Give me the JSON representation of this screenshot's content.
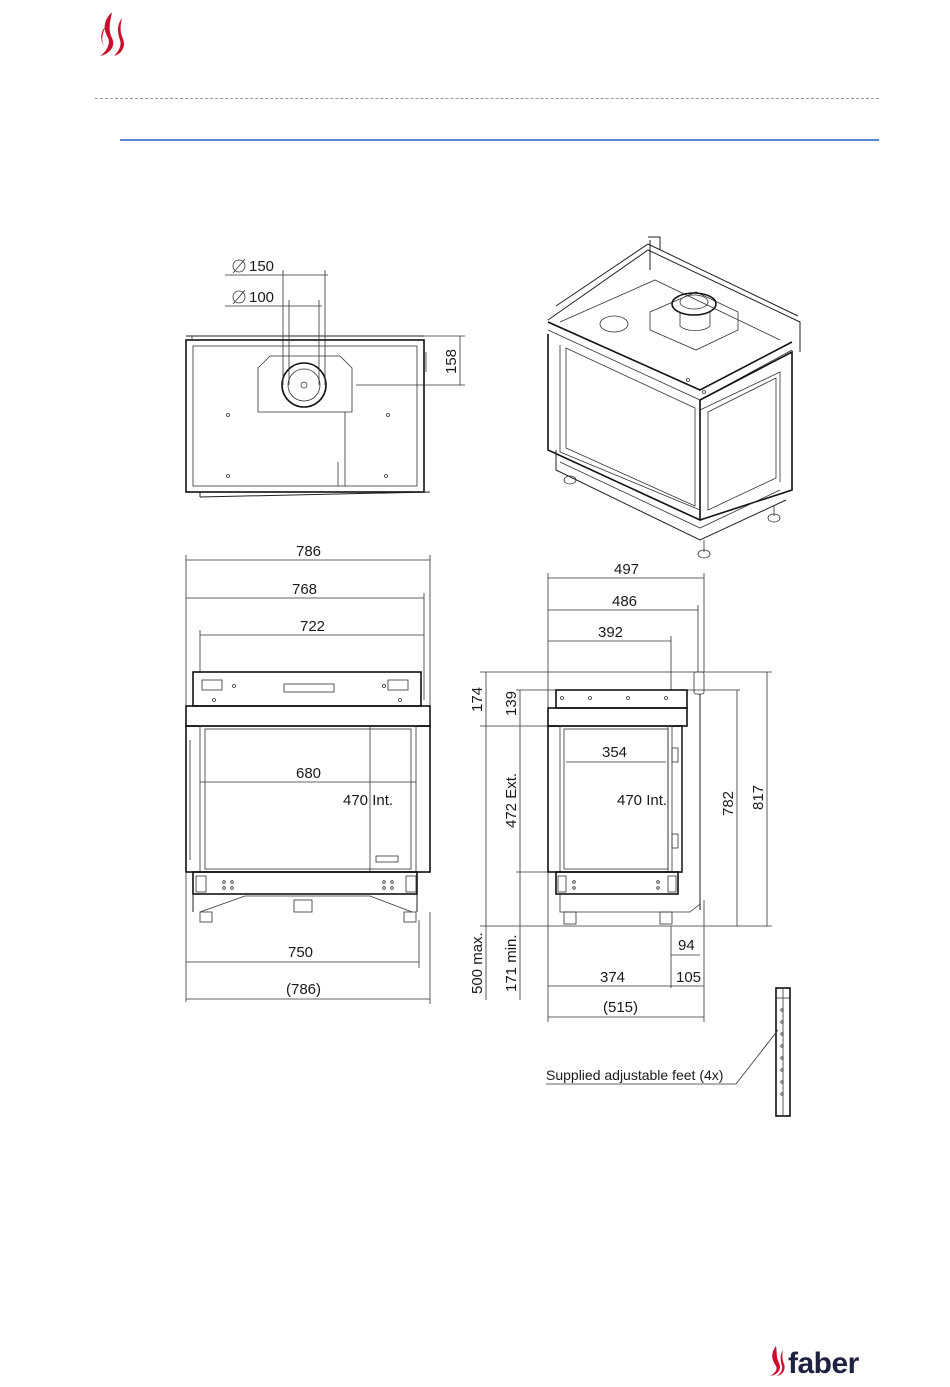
{
  "header": {
    "logo_icon": "flame-icon",
    "accent_color": "#c8102e",
    "rule_color": "#5b86d6"
  },
  "top_view": {
    "dia_outer": "150",
    "dia_inner": "100",
    "height_158": "158"
  },
  "front_view": {
    "w786": "786",
    "w768": "768",
    "w722": "722",
    "w680": "680",
    "h470": "470 Int.",
    "w750": "750",
    "w786b": "(786)"
  },
  "side_view": {
    "w497": "497",
    "w486": "486",
    "w392": "392",
    "w354": "354",
    "h174": "174",
    "h139": "139",
    "h472": "472 Ext.",
    "h470": "470 Int.",
    "h782": "782",
    "h817": "817",
    "h500": "500 max.",
    "h171": "171 min.",
    "w94": "94",
    "w374": "374",
    "w105": "105",
    "w515": "(515)"
  },
  "feet": {
    "label": "Supplied adjustable feet (4x)"
  },
  "footer": {
    "brand": "faber",
    "logo_icon": "faber-flame-icon"
  }
}
